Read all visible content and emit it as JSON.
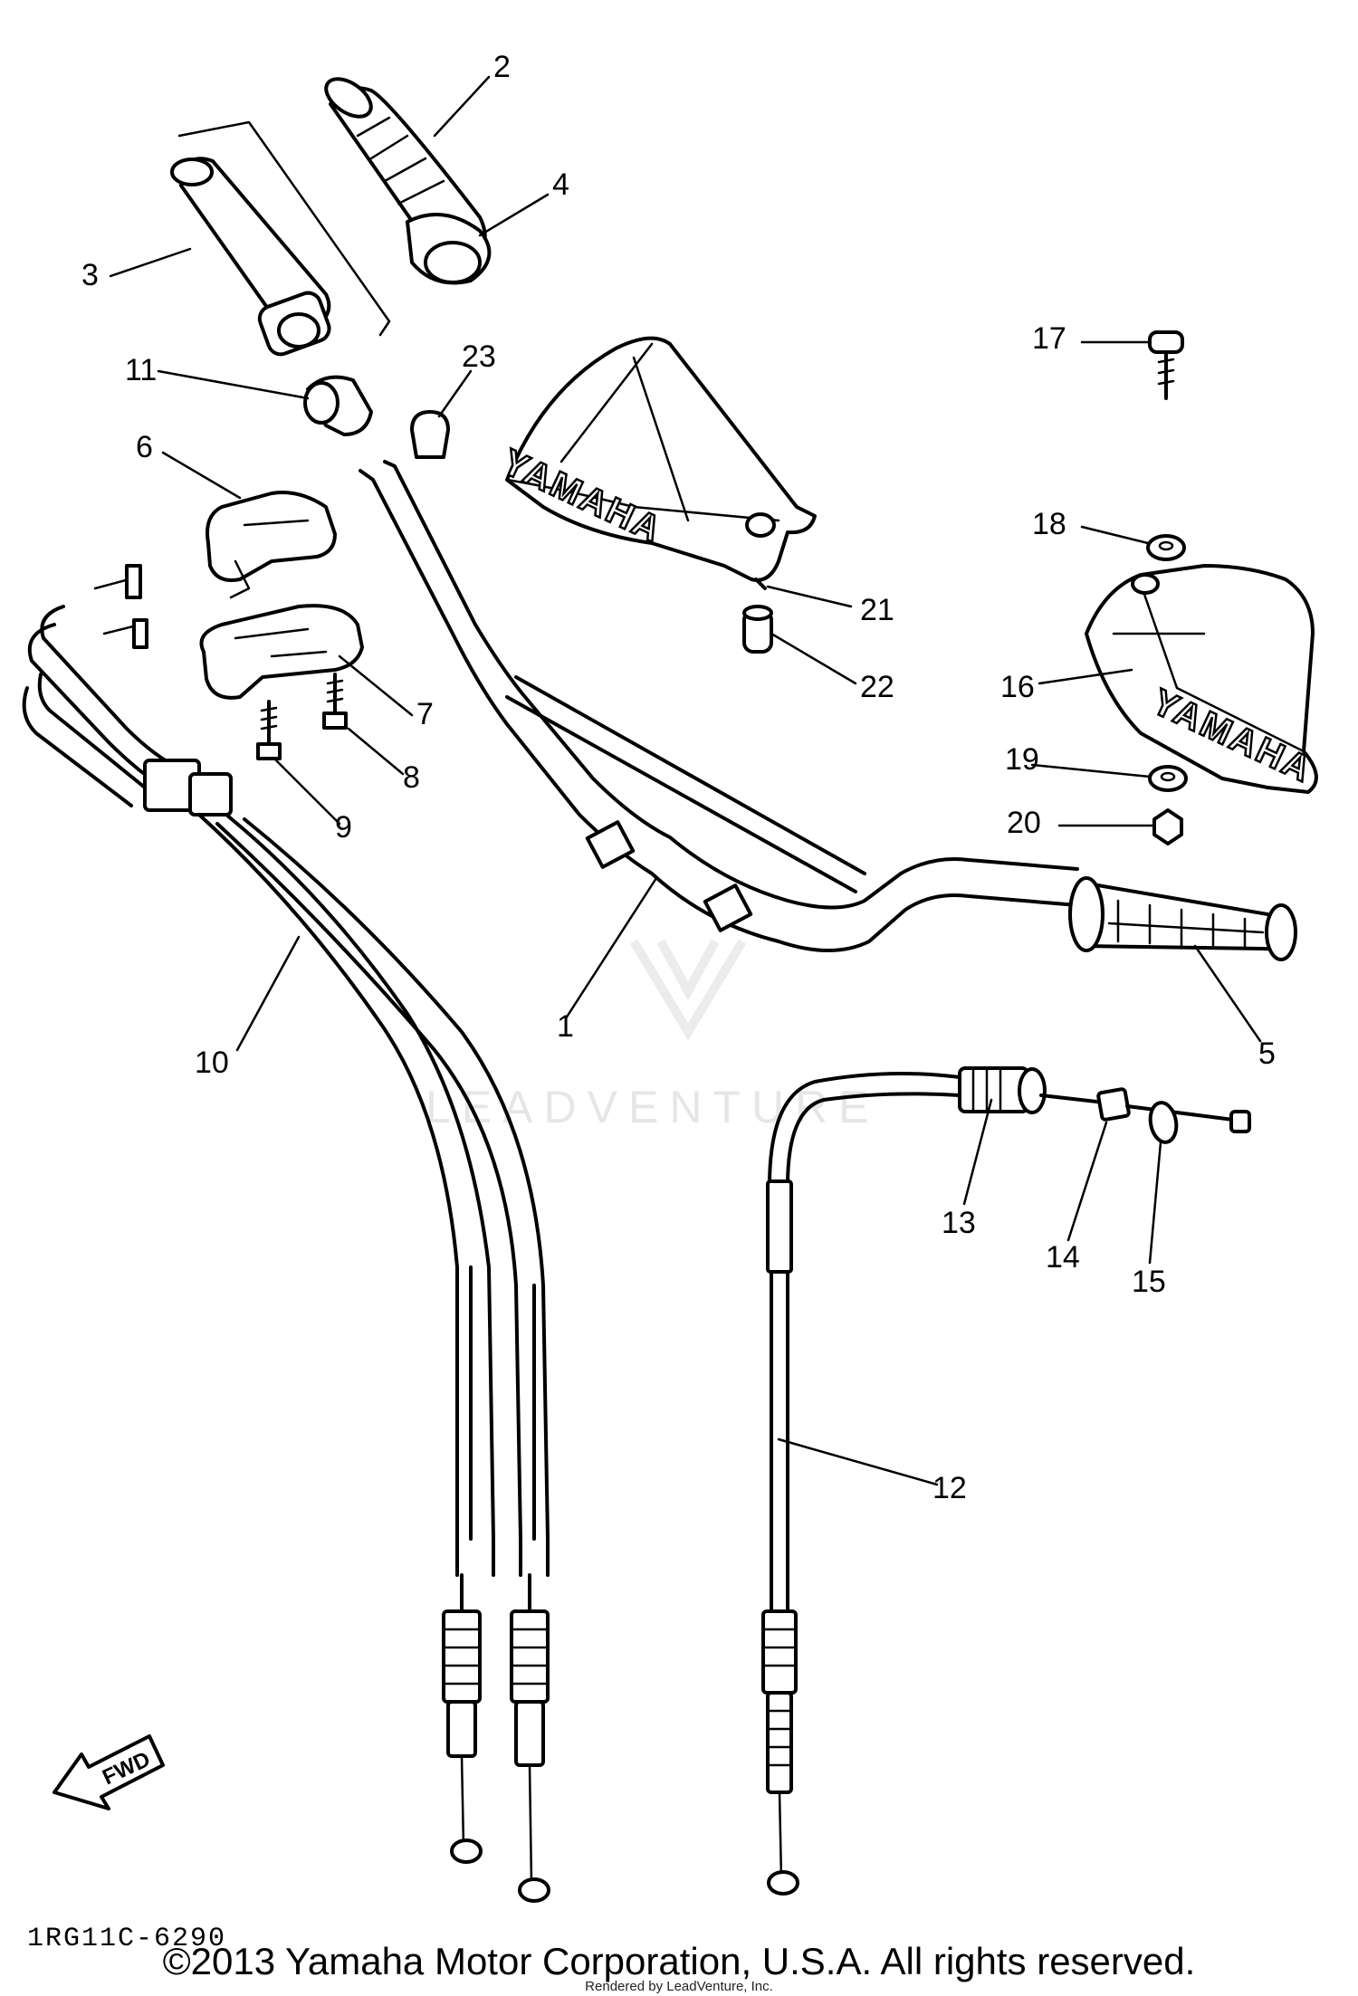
{
  "watermark": "LEADVENTURE",
  "brand_label": "YAMAHA",
  "fwd_label": "FWD",
  "figure_code": "1RG11C-6290",
  "copyright": "©2013 Yamaha Motor Corporation, U.S.A. All rights reserved.",
  "rendered_by": "Rendered by LeadVenture, Inc.",
  "callouts": {
    "c1": "1",
    "c2": "2",
    "c3": "3",
    "c4": "4",
    "c5": "5",
    "c6": "6",
    "c7": "7",
    "c8": "8",
    "c9": "9",
    "c10": "10",
    "c11": "11",
    "c12": "12",
    "c13": "13",
    "c14": "14",
    "c15": "15",
    "c16": "16",
    "c17": "17",
    "c18": "18",
    "c19": "19",
    "c20": "20",
    "c21": "21",
    "c22": "22",
    "c23": "23"
  }
}
